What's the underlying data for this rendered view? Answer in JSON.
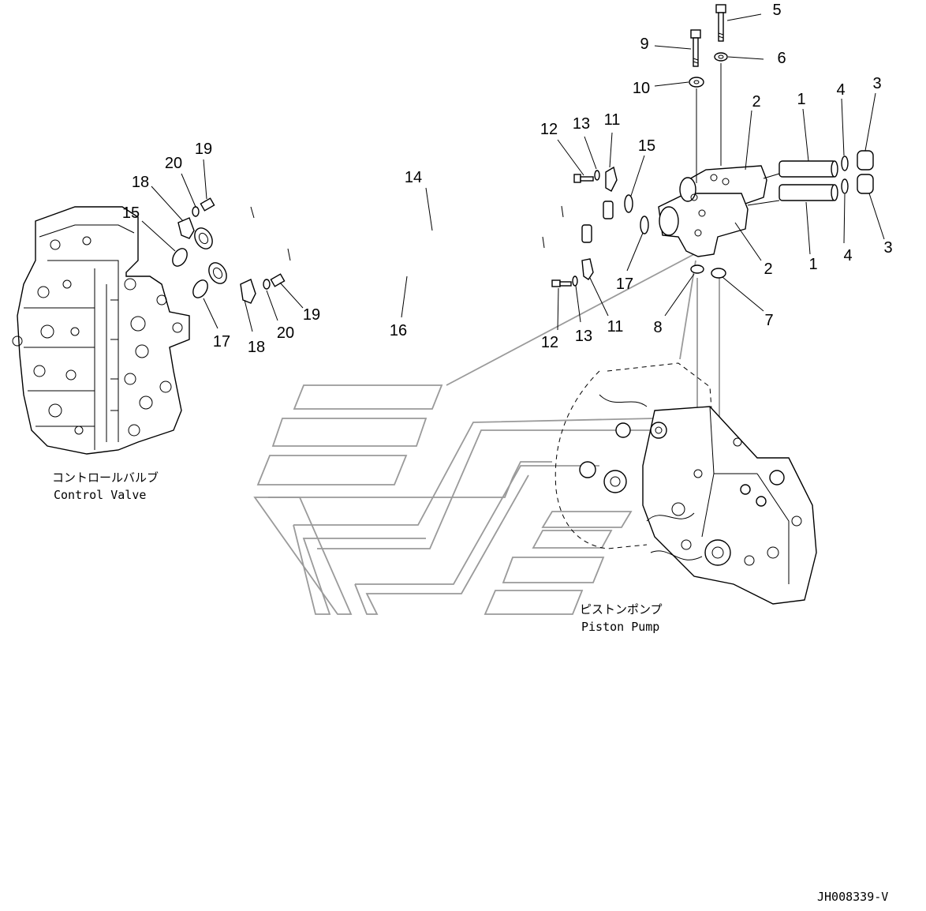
{
  "drawing_id": "JH008339-V",
  "components": {
    "control_valve": {
      "jp": "コントロールバルブ",
      "en": "Control Valve"
    },
    "piston_pump": {
      "jp": "ピストンポンプ",
      "en": "Piston Pump"
    }
  },
  "part_numbers": [
    "1",
    "1",
    "2",
    "2",
    "3",
    "3",
    "4",
    "4",
    "5",
    "6",
    "7",
    "8",
    "9",
    "10",
    "11",
    "11",
    "12",
    "12",
    "13",
    "13",
    "14",
    "15",
    "15",
    "16",
    "17",
    "17",
    "18",
    "18",
    "19",
    "19",
    "20",
    "20"
  ]
}
